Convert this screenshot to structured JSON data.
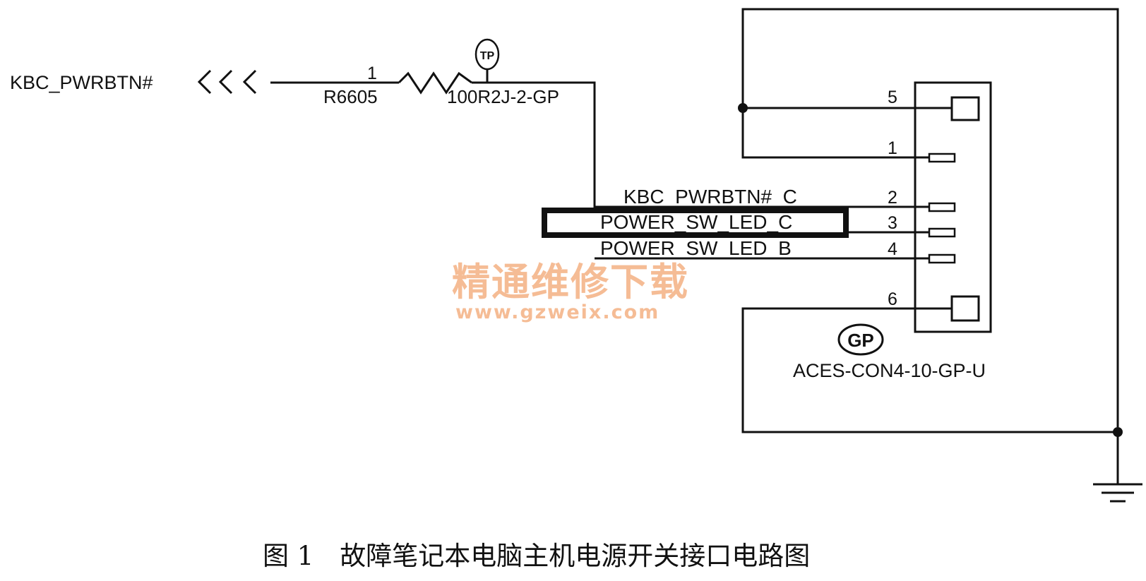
{
  "signal": {
    "name": "KBC_PWRBTN#"
  },
  "resistor": {
    "pin": "1",
    "ref": "R6605",
    "value": "100R2J-2-GP",
    "test_point": "TP"
  },
  "nets": {
    "pwrbtn": "KBC_PWRBTN#_C",
    "led_c": "POWER_SW_LED_C",
    "led_b": "POWER_SW_LED_B"
  },
  "connector": {
    "name": "ACES-CON4-10-GP-U",
    "gp_mark": "GP",
    "pins": [
      "5",
      "1",
      "2",
      "3",
      "4",
      "6"
    ]
  },
  "watermark": {
    "title": "精通维修下载",
    "url": "www.gzweix.com",
    "color": "#f4b183"
  },
  "caption": "图 1　故障笔记本电脑主机电源开关接口电路图"
}
